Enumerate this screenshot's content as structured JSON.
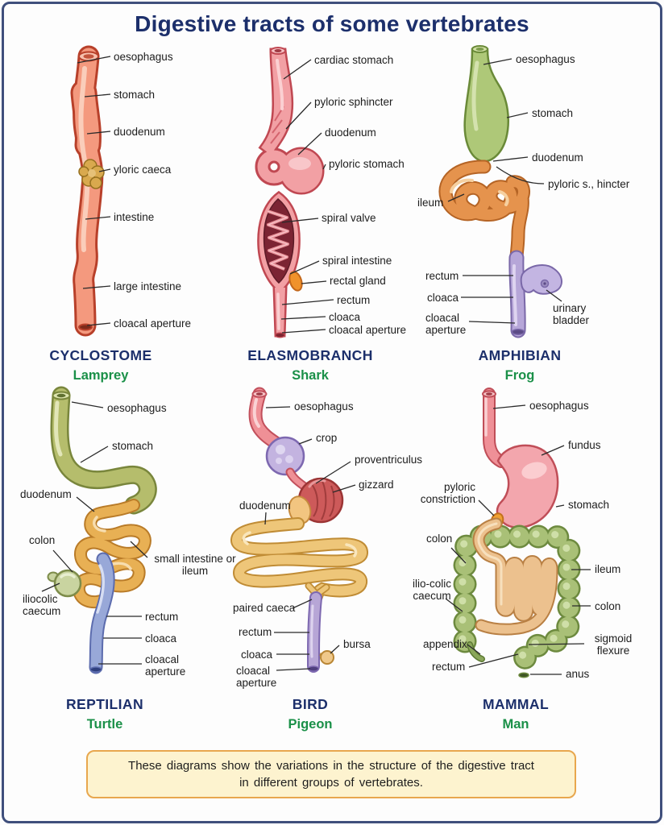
{
  "title": "Digestive tracts of some vertebrates",
  "panels": [
    {
      "group": "CYCLOSTOME",
      "animal": "Lamprey",
      "labels": [
        "oesophagus",
        "stomach",
        "duodenum",
        "yloric caeca",
        "intestine",
        "large intestine",
        "cloacal aperture"
      ]
    },
    {
      "group": "ELASMOBRANCH",
      "animal": "Shark",
      "labels": [
        "cardiac stomach",
        "pyloric sphincter",
        "duodenum",
        "pyloric stomach",
        "spiral valve",
        "spiral intestine",
        "rectal gland",
        "rectum",
        "cloaca",
        "cloacal aperture"
      ]
    },
    {
      "group": "AMPHIBIAN",
      "animal": "Frog",
      "labels": [
        "oesophagus",
        "stomach",
        "duodenum",
        "pyloric s., hincter",
        "ileum",
        "rectum",
        "cloaca",
        "cloacal aperture",
        "urinary bladder"
      ]
    },
    {
      "group": "REPTILIAN",
      "animal": "Turtle",
      "labels": [
        "oesophagus",
        "stomach",
        "duodenum",
        "colon",
        "small intestine or ileum",
        "iliocolic caecum",
        "rectum",
        "cloaca",
        "cloacal aperture"
      ]
    },
    {
      "group": "BIRD",
      "animal": "Pigeon",
      "labels": [
        "oesophagus",
        "crop",
        "proventriculus",
        "gizzard",
        "duodenum",
        "paired caeca",
        "rectum",
        "bursa",
        "cloaca",
        "cloacal aperture"
      ]
    },
    {
      "group": "MAMMAL",
      "animal": "Man",
      "labels": [
        "oesophagus",
        "fundus",
        "pyloric constriction",
        "stomach",
        "colon",
        "ilio-colic caecum",
        "ileum",
        "colon",
        "appendix",
        "sigmoid flexure",
        "rectum",
        "anus"
      ]
    }
  ],
  "caption": {
    "line1": "These diagrams show the variations in the structure of the digestive tract",
    "line2": "in different groups of vertebrates."
  },
  "colors": {
    "title_navy": "#1c2f6b",
    "animal_green": "#1a9048",
    "frame_navy": "#3f4f7c",
    "note_bg": "#fdf3cf",
    "note_border": "#e8a74e",
    "pink_organ": "#f2a0a4",
    "salmon_organ": "#f4997e",
    "green_organ": "#aec878",
    "olive_organ": "#b5bd6c",
    "orange_intestine": "#e8b054",
    "tan_intestine": "#ecc18e",
    "purple_organ": "#b7a6d6",
    "blue_rectum": "#98a8d8",
    "maroon_spiral": "#7b2433",
    "gizzard_red": "#cd5a5a",
    "colon_green": "#a9c077"
  }
}
